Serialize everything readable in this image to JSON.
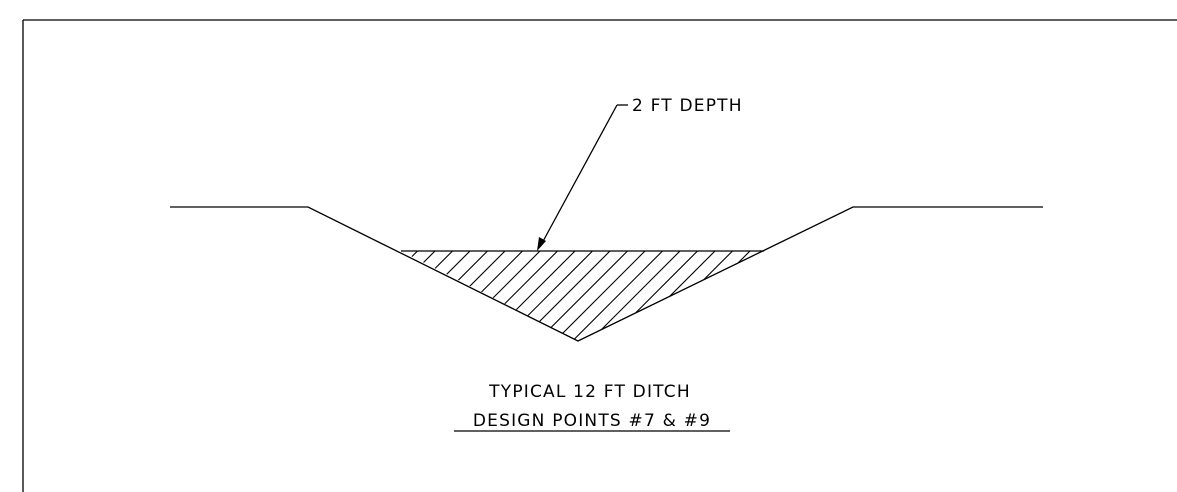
{
  "drawing": {
    "callout_label": "2 FT DEPTH",
    "title_line1": "TYPICAL 12 FT DITCH",
    "title_line2": "DESIGN POINTS #7 & #9",
    "line_color": "#000000",
    "background_color": "#ffffff"
  }
}
